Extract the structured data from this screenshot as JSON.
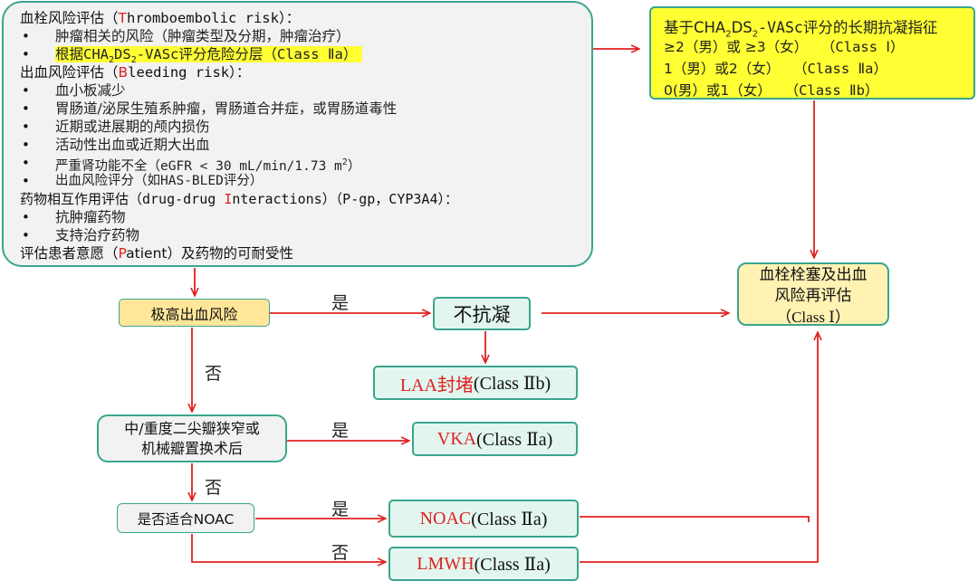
{
  "assessment": {
    "thrombo_title_pre": "血栓风险评估（",
    "thrombo_letter": "T",
    "thrombo_title_post": "hromboembolic risk）：",
    "thrombo_items": [
      "肿瘤相关的风险（肿瘤类型及分期，肿瘤治疗）"
    ],
    "thrombo_hl_pre": "根据CHA",
    "thrombo_hl_sub1": "2",
    "thrombo_hl_mid": "DS",
    "thrombo_hl_sub2": "2",
    "thrombo_hl_post": "-VASc评分危险分层（Class Ⅱa）",
    "bleed_title_pre": "出血风险评估（",
    "bleed_letter": "B",
    "bleed_title_post": "leeding risk）：",
    "bleed_items": [
      "血小板减少",
      "胃肠道/泌尿生殖系肿瘤，胃肠道合并症，或胃肠道毒性",
      "近期或进展期的颅内损伤",
      "活动性出血或近期大出血"
    ],
    "bleed_renal_pre": "严重肾功能不全（eGFR < 30 mL/min/1.73 m",
    "bleed_renal_sup": "2",
    "bleed_renal_post": "）",
    "bleed_score": "出血风险评分（如HAS-BLED评分）",
    "ddi_title_pre": "药物相互作用评估（drug-drug ",
    "ddi_letter": "I",
    "ddi_title_post": "nteractions）（P-gp，CYP3A4）：",
    "ddi_items": [
      "抗肿瘤药物",
      "支持治疗药物"
    ],
    "patient_pre": "评估患者意愿（",
    "patient_letter": "P",
    "patient_post": "atient）及药物的可耐受性",
    "bullet": "•"
  },
  "guideline": {
    "title_pre": "基于CHA",
    "title_sub1": "2",
    "title_mid": "DS",
    "title_sub2": "2",
    "title_post": "-VASc评分的长期抗凝指征",
    "rows": [
      {
        "text": "≥2（男）或 ≥3（女）",
        "cls": "（Class Ⅰ）"
      },
      {
        "text": "1（男）或2（女）",
        "cls": "（Class Ⅱa）"
      },
      {
        "text": "0(男）或1（女）",
        "cls": "（Class Ⅱb）"
      }
    ]
  },
  "reassess": {
    "line1": "血栓栓塞及出血",
    "line2": "风险再评估",
    "line3": "（Class Ⅰ）"
  },
  "nodes": {
    "high_bleed": "极高出血风险",
    "no_anticoag": "不抗凝",
    "laa_red": "LAA封堵",
    "laa_black": " (Class Ⅱb)",
    "valve_line1": "中/重度二尖瓣狭窄或",
    "valve_line2": "机械瓣置换术后",
    "vka_red": "VKA",
    "vka_black": " (Class Ⅱa)",
    "noac_q": "是否适合NOAC",
    "noac_red": "NOAC",
    "noac_black": " (Class Ⅱa)",
    "lmwh_red": "LMWH",
    "lmwh_black": " (Class Ⅱa)"
  },
  "edges": {
    "yes": "是",
    "no": "否"
  },
  "colors": {
    "border": "#3aa58e",
    "arrow": "#e02020",
    "yellow": "#ffff33",
    "node_fill": "#e2f6ef"
  }
}
